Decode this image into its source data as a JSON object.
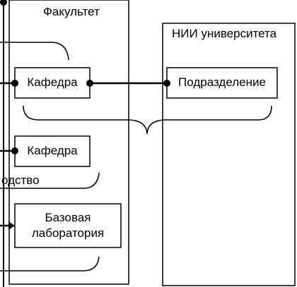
{
  "faculty": {
    "title": "Факультет"
  },
  "institute": {
    "title": "НИИ университета"
  },
  "department_1": {
    "label": "Кафедра"
  },
  "department_2": {
    "label": "Кафедра"
  },
  "subdivision": {
    "label": "Подразделение"
  },
  "base_lab": {
    "label": "Базовая лаборатория"
  },
  "partial_label": {
    "text": "одство"
  },
  "colors": {
    "stroke": "#000000",
    "fill": "#ffffff"
  }
}
